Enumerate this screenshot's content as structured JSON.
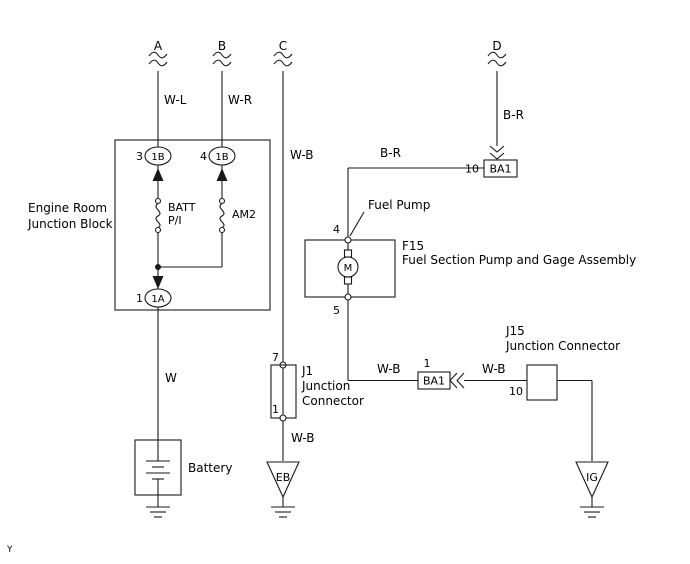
{
  "colors": {
    "line": "#1a1a1a",
    "text": "#000000",
    "background": "#ffffff"
  },
  "connectors": {
    "a": "A",
    "b": "B",
    "c": "C",
    "d": "D"
  },
  "wires": {
    "wl": "W-L",
    "wr": "W-R",
    "wb_c": "W-B",
    "br_d": "B-R",
    "br_pump": "B-R",
    "w_batt": "W",
    "wb_j1": "W-B",
    "wb_pump": "W-B",
    "wb_j15": "W-B"
  },
  "junction_block": {
    "name_line1": "Engine Room",
    "name_line2": "Junction Block",
    "pin3": "3",
    "pin4": "4",
    "pin1": "1",
    "conn_1b_left": "1B",
    "conn_1b_right": "1B",
    "conn_1a": "1A",
    "fuse_batt_line1": "BATT",
    "fuse_batt_line2": "P/I",
    "fuse_am2": "AM2"
  },
  "battery": {
    "label": "Battery"
  },
  "fuel_pump": {
    "callout": "Fuel Pump",
    "motor": "M",
    "pin4": "4",
    "pin5": "5",
    "code": "F15",
    "description": "Fuel Section Pump and Gage Assembly"
  },
  "ba1_top": {
    "pin": "10",
    "label": "BA1"
  },
  "ba1_mid": {
    "pin": "1",
    "label": "BA1"
  },
  "j1": {
    "pin7": "7",
    "pin1": "1",
    "name_line1": "J1",
    "name_line2": "Junction",
    "name_line3": "Connector"
  },
  "j15": {
    "pin10": "10",
    "name_line1": "J15",
    "name_line2": "Junction Connector"
  },
  "grounds": {
    "eb": "EB",
    "ig": "IG"
  },
  "page_marker": "Y"
}
